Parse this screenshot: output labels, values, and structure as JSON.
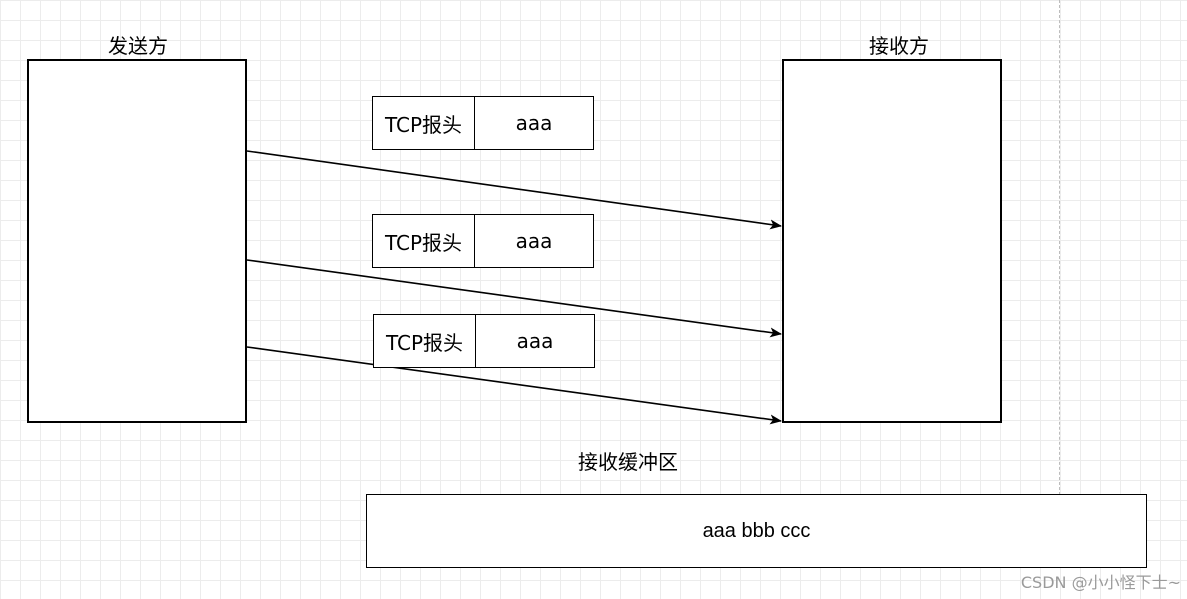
{
  "sender": {
    "label": "发送方"
  },
  "receiver": {
    "label": "接收方"
  },
  "packets": [
    {
      "header": "TCP报头",
      "payload": "aaa"
    },
    {
      "header": "TCP报头",
      "payload": "aaa"
    },
    {
      "header": "TCP报头",
      "payload": "aaa"
    }
  ],
  "buffer": {
    "label": "接收缓冲区",
    "content": "aaa bbb ccc"
  },
  "watermark": "CSDN @小小怪下士~",
  "colors": {
    "stroke": "#000000",
    "grid": "#ececec",
    "watermark": "#9a9a9a"
  }
}
